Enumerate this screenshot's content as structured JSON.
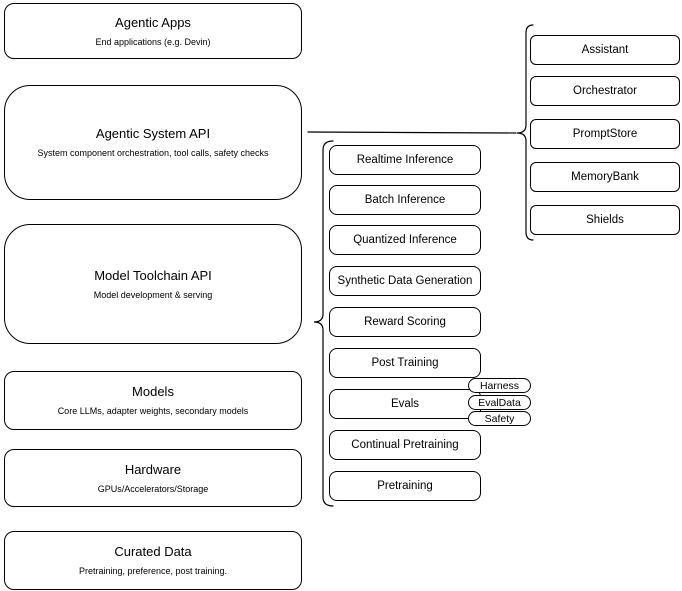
{
  "diagram": {
    "left_stack": [
      {
        "title": "Agentic Apps",
        "subtitle": "End applications (e.g. Devin)"
      },
      {
        "title": "Agentic System API",
        "subtitle": "System component orchestration, tool calls, safety checks"
      },
      {
        "title": "Model Toolchain API",
        "subtitle": "Model development & serving"
      },
      {
        "title": "Models",
        "subtitle": "Core LLMs, adapter weights, secondary models"
      },
      {
        "title": "Hardware",
        "subtitle": "GPUs/Accelerators/Storage"
      },
      {
        "title": "Curated Data",
        "subtitle": "Pretraining, preference, post training."
      }
    ],
    "toolchain_items": [
      "Realtime Inference",
      "Batch Inference",
      "Quantized Inference",
      "Synthetic Data Generation",
      "Reward Scoring",
      "Post Training",
      "Evals",
      "Continual Pretraining",
      "Pretraining"
    ],
    "eval_pills": [
      "Harness",
      "EvalData",
      "Safety"
    ],
    "system_components": [
      "Assistant",
      "Orchestrator",
      "PromptStore",
      "MemoryBank",
      "Shields"
    ],
    "colors": {
      "stroke": "#000000",
      "fill": "#ffffff",
      "text": "#000000"
    }
  }
}
